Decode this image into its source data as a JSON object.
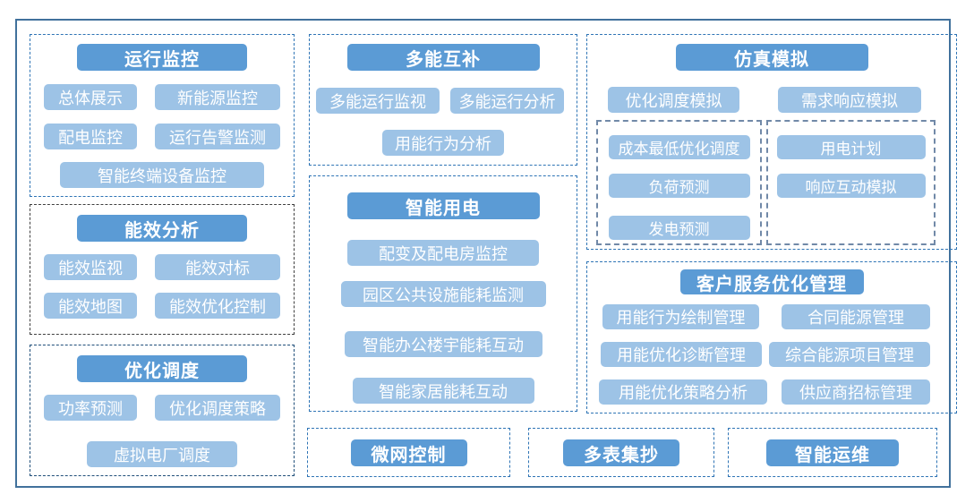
{
  "colors": {
    "header_bg": "#5B9BD5",
    "item_bg": "#9DC3E6",
    "button_text": "#FFFFFF",
    "frame_border": "#41719C",
    "section_border": "#2E74B5",
    "black_section_border": "#3F3F3F",
    "navy_section_border": "#1F4E79",
    "subgroup_border": "#7189A8"
  },
  "sections": [
    {
      "id": "operation-monitoring",
      "title": "运行监控",
      "items": [
        "总体展示",
        "新能源监控",
        "配电监控",
        "运行告警监测",
        "智能终端设备监控"
      ]
    },
    {
      "id": "energy-efficiency-analysis",
      "title": "能效分析",
      "items": [
        "能效监视",
        "能效对标",
        "能效地图",
        "能效优化控制"
      ]
    },
    {
      "id": "optimal-dispatch",
      "title": "优化调度",
      "items": [
        "功率预测",
        "优化调度策略",
        "虚拟电厂调度"
      ]
    },
    {
      "id": "multi-energy-complementation",
      "title": "多能互补",
      "items": [
        "多能运行监视",
        "多能运行分析",
        "用能行为分析"
      ]
    },
    {
      "id": "smart-power-consumption",
      "title": "智能用电",
      "items": [
        "配变及配电房监控",
        "园区公共设施能耗监测",
        "智能办公楼宇能耗互动",
        "智能家居能耗互动"
      ]
    },
    {
      "id": "simulation",
      "title": "仿真模拟",
      "items": [
        "优化调度模拟",
        "需求响应模拟"
      ],
      "subgroups": [
        {
          "items": [
            "成本最低优化调度",
            "负荷预测",
            "发电预测"
          ]
        },
        {
          "items": [
            "用电计划",
            "响应互动模拟"
          ]
        }
      ]
    },
    {
      "id": "customer-service-optimization",
      "title": "客户服务优化管理",
      "items": [
        "用能行为绘制管理",
        "合同能源管理",
        "用能优化诊断管理",
        "综合能源项目管理",
        "用能优化策略分析",
        "供应商招标管理"
      ]
    },
    {
      "id": "microgrid-control",
      "title": "微网控制",
      "items": []
    },
    {
      "id": "multi-meter-reading",
      "title": "多表集抄",
      "items": []
    },
    {
      "id": "smart-operation-maintenance",
      "title": "智能运维",
      "items": []
    }
  ]
}
